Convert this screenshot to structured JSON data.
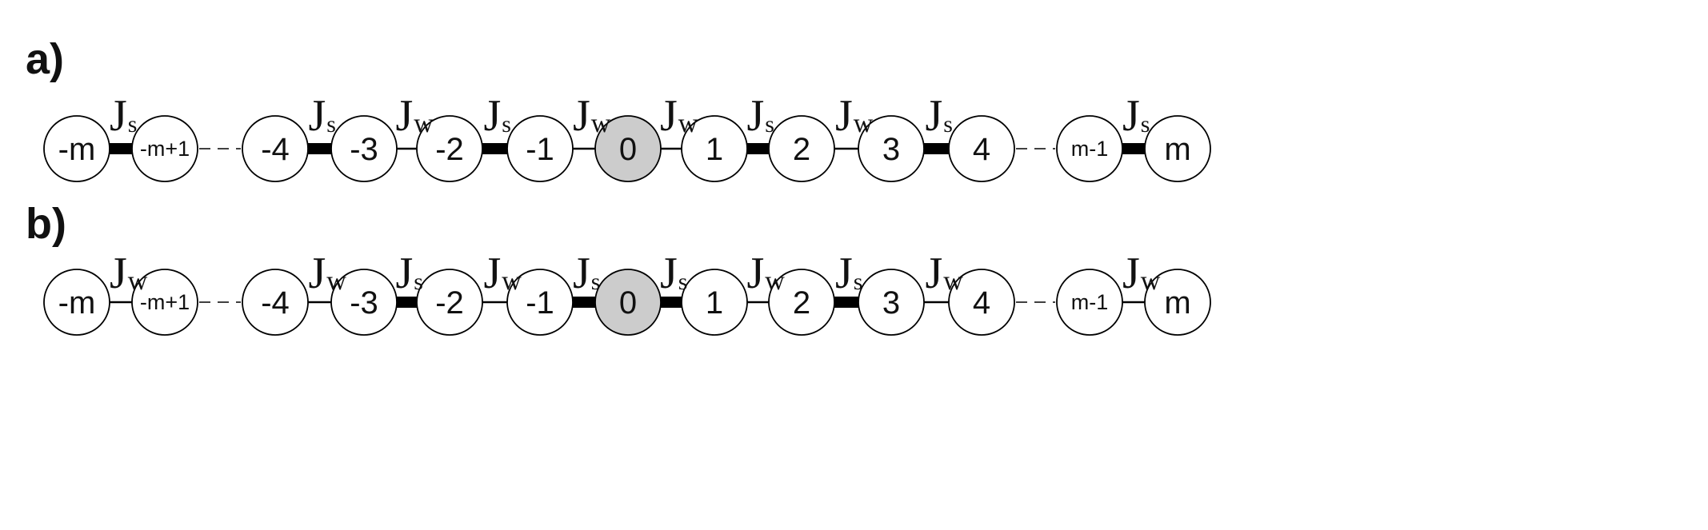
{
  "panels": [
    {
      "label": "a)",
      "nodes": [
        "-m",
        "-m+1",
        "-4",
        "-3",
        "-2",
        "-1",
        "0",
        "1",
        "2",
        "3",
        "4",
        "m-1",
        "m"
      ],
      "highlight_node": "0",
      "bonds": [
        "strong",
        "dashed",
        "strong",
        "weak",
        "strong",
        "weak",
        "weak",
        "strong",
        "weak",
        "strong",
        "dashed",
        "strong"
      ],
      "couplings": [
        {
          "main": "J",
          "sub": "s"
        },
        null,
        {
          "main": "J",
          "sub": "s"
        },
        {
          "main": "J",
          "sub": "w"
        },
        {
          "main": "J",
          "sub": "s"
        },
        {
          "main": "J",
          "sub": "w"
        },
        {
          "main": "J",
          "sub": "w"
        },
        {
          "main": "J",
          "sub": "s"
        },
        {
          "main": "J",
          "sub": "w"
        },
        {
          "main": "J",
          "sub": "s"
        },
        null,
        {
          "main": "J",
          "sub": "s"
        }
      ]
    },
    {
      "label": "b)",
      "nodes": [
        "-m",
        "-m+1",
        "-4",
        "-3",
        "-2",
        "-1",
        "0",
        "1",
        "2",
        "3",
        "4",
        "m-1",
        "m"
      ],
      "highlight_node": "0",
      "bonds": [
        "weak",
        "dashed",
        "weak",
        "strong",
        "weak",
        "strong",
        "strong",
        "weak",
        "strong",
        "weak",
        "dashed",
        "weak"
      ],
      "couplings": [
        {
          "main": "J",
          "sub": "w"
        },
        null,
        {
          "main": "J",
          "sub": "w"
        },
        {
          "main": "J",
          "sub": "s"
        },
        {
          "main": "J",
          "sub": "w"
        },
        {
          "main": "J",
          "sub": "s"
        },
        {
          "main": "J",
          "sub": "s"
        },
        {
          "main": "J",
          "sub": "w"
        },
        {
          "main": "J",
          "sub": "s"
        },
        {
          "main": "J",
          "sub": "w"
        },
        null,
        {
          "main": "J",
          "sub": "w"
        }
      ]
    }
  ],
  "colors": {
    "node_fill": "#ffffff",
    "highlight_fill": "#cccccc",
    "stroke": "#000000"
  }
}
